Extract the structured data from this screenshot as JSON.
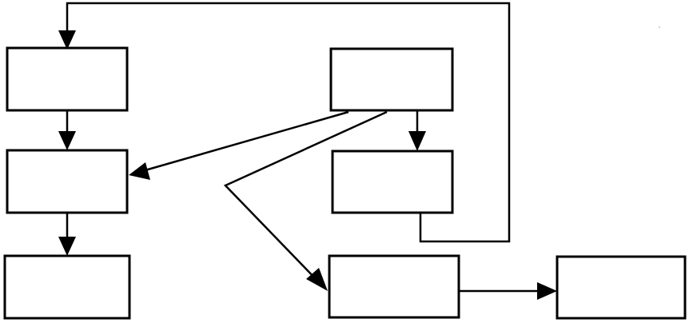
{
  "diagram": {
    "type": "flowchart",
    "colors": {
      "stroke": "#000000",
      "fill": "#ffffff",
      "background": "#ffffff"
    },
    "nodes": [
      {
        "id": "box-top-left",
        "label": ""
      },
      {
        "id": "box-middle-left",
        "label": ""
      },
      {
        "id": "box-bottom-left",
        "label": ""
      },
      {
        "id": "box-top-center",
        "label": ""
      },
      {
        "id": "box-middle-center",
        "label": ""
      },
      {
        "id": "box-bottom-center",
        "label": ""
      },
      {
        "id": "box-bottom-right",
        "label": ""
      }
    ],
    "edges": [
      {
        "from": "box-middle-center",
        "to": "box-top-left",
        "label": ""
      },
      {
        "from": "box-top-left",
        "to": "box-middle-left",
        "label": ""
      },
      {
        "from": "box-middle-left",
        "to": "box-bottom-left",
        "label": ""
      },
      {
        "from": "box-top-center",
        "to": "box-middle-left",
        "label": ""
      },
      {
        "from": "box-top-center",
        "to": "box-middle-center",
        "label": ""
      },
      {
        "from": "box-top-center",
        "to": "box-bottom-center",
        "label": ""
      },
      {
        "from": "box-bottom-center",
        "to": "box-bottom-right",
        "label": ""
      }
    ]
  }
}
